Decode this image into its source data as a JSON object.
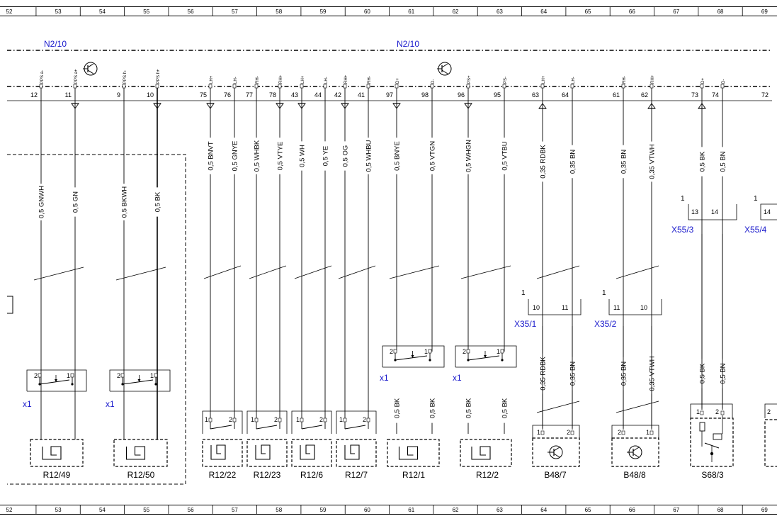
{
  "ruler": {
    "numbers": [
      "52",
      "53",
      "54",
      "55",
      "56",
      "57",
      "58",
      "59",
      "60",
      "61",
      "62",
      "63",
      "64",
      "65",
      "66",
      "67",
      "68",
      "69"
    ]
  },
  "modules": {
    "left_label": "N2/10",
    "right_label": "N2/10"
  },
  "pins": [
    {
      "num": "12",
      "name": "PPS a-",
      "dir": "none"
    },
    {
      "num": "11",
      "name": "PPS a+",
      "dir": "down"
    },
    {
      "num": "9",
      "name": "PPS h-",
      "dir": "none"
    },
    {
      "num": "10",
      "name": "PPS h+",
      "dir": "down"
    },
    {
      "num": "75",
      "name": "LH+",
      "dir": "down"
    },
    {
      "num": "76",
      "name": "LH-",
      "dir": "none"
    },
    {
      "num": "77",
      "name": "RH-",
      "dir": "none"
    },
    {
      "num": "78",
      "name": "RH+",
      "dir": "down"
    },
    {
      "num": "43",
      "name": "LH+",
      "dir": "down"
    },
    {
      "num": "44",
      "name": "LH-",
      "dir": "none"
    },
    {
      "num": "42",
      "name": "RH+",
      "dir": "down"
    },
    {
      "num": "41",
      "name": "RH-",
      "dir": "none"
    },
    {
      "num": "97",
      "name": "D+",
      "dir": "down"
    },
    {
      "num": "98",
      "name": "D-",
      "dir": "none"
    },
    {
      "num": "96",
      "name": "PS+",
      "dir": "down"
    },
    {
      "num": "95",
      "name": "PS-",
      "dir": "none"
    },
    {
      "num": "63",
      "name": "LH+",
      "dir": "up"
    },
    {
      "num": "64",
      "name": "LH-",
      "dir": "none"
    },
    {
      "num": "61",
      "name": "RH-",
      "dir": "none"
    },
    {
      "num": "62",
      "name": "RH+",
      "dir": "up"
    },
    {
      "num": "73",
      "name": "D+",
      "dir": "up"
    },
    {
      "num": "74",
      "name": "D-",
      "dir": "none"
    },
    {
      "num": "72",
      "name": "",
      "dir": "none"
    }
  ],
  "wires_upper": [
    "0,5 GNWH",
    "0,5 GN",
    "0,5 BKWH",
    "0,5 BK",
    "0,5 BNVT",
    "0,5 GNYE",
    "0,5 WHBK",
    "0,5 VTYE",
    "0,5 WH",
    "0,5 YE",
    "0,5 OG",
    "0,5 WHBU",
    "0,5 BNYE",
    "0,5 VTGN",
    "0,5 WHGN",
    "0,5 VTBU",
    "0,35 RDBK",
    "0,35 BN",
    "0,35 BN",
    "0,35 VTWH",
    "0,5 BK",
    "0,5 BN"
  ],
  "wires_lower": [
    "0,5 BK",
    "0,5 BK",
    "0,5 BK",
    "0,5 BK",
    "0,35 RDBK",
    "0,35 BN",
    "0,35 BN",
    "0,35 VTWH",
    "0,5 BK",
    "0,5 BN"
  ],
  "connectors": {
    "x35_1": {
      "label": "X35/1",
      "pin_a": "10",
      "pin_b": "11",
      "marker": "1"
    },
    "x35_2": {
      "label": "X35/2",
      "pin_a": "11",
      "pin_b": "10",
      "marker": "1"
    },
    "x55_3": {
      "label": "X55/3",
      "pin_a": "13",
      "pin_b": "14",
      "marker": "1"
    },
    "x55_4": {
      "label": "X55/4",
      "pin_a": "14",
      "marker": "1"
    }
  },
  "switches": {
    "x1_label": "x1",
    "pin_left": "2",
    "pin_right": "1"
  },
  "components": {
    "r12_49": "R12/49",
    "r12_50": "R12/50",
    "r12_22": "R12/22",
    "r12_23": "R12/23",
    "r12_6": "R12/6",
    "r12_7": "R12/7",
    "r12_1": "R12/1",
    "r12_2": "R12/2",
    "b48_7": "B48/7",
    "b48_8": "B48/8",
    "s68_3": "S68/3"
  },
  "colors": {
    "line": "#000000",
    "label_blue": "#1a1acc",
    "ruler_line": "#000000"
  }
}
